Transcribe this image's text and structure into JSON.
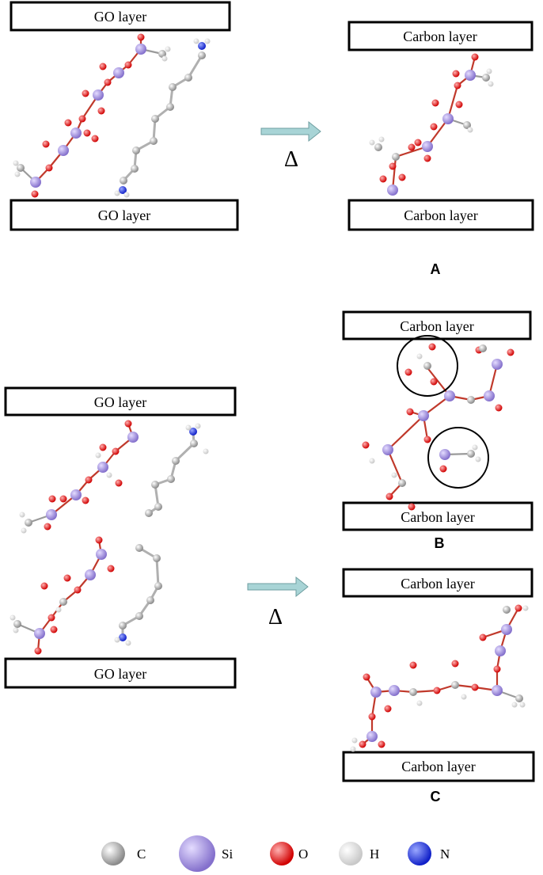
{
  "labels": {
    "go_layer": "GO layer",
    "carbon_layer": "Carbon layer",
    "delta": "Δ",
    "panel_a": "A",
    "panel_b": "B",
    "panel_c": "C"
  },
  "legend": [
    {
      "symbol": "C",
      "color": "#9a9a9a"
    },
    {
      "symbol": "Si",
      "color": "#9b87d9"
    },
    {
      "symbol": "O",
      "color": "#e01010"
    },
    {
      "symbol": "H",
      "color": "#f2f2f2"
    },
    {
      "symbol": "N",
      "color": "#1f2fd6"
    }
  ],
  "colors": {
    "arrow": "#a8d4d6",
    "carbon": "#9a9a9a",
    "silicon": "#9b87d9",
    "oxygen": "#e01010",
    "hydrogen": "#f2f2f2",
    "nitrogen": "#1f2fd6"
  }
}
